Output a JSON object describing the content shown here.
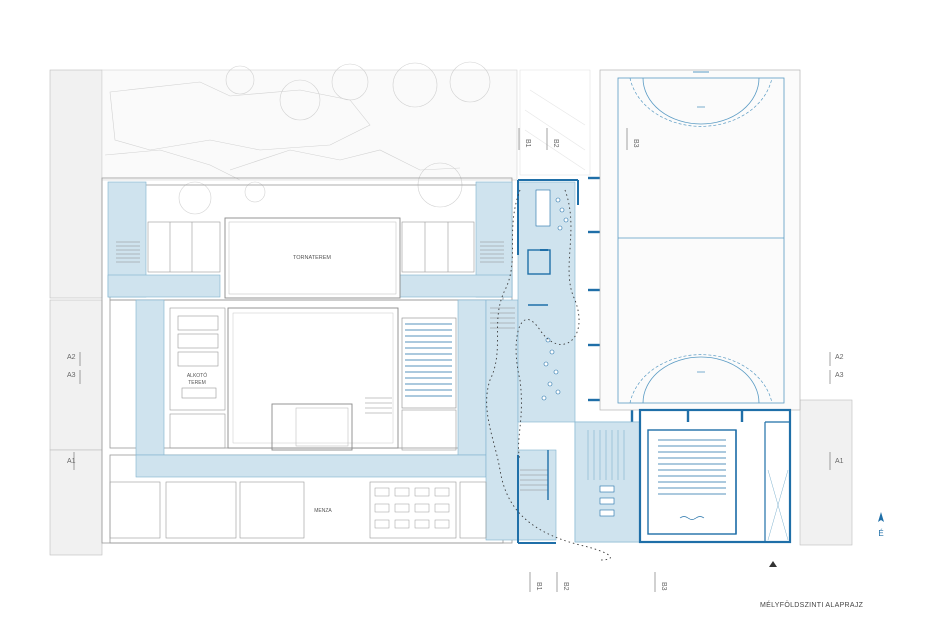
{
  "rooms": {
    "gym": "TORNATEREM",
    "workshop_line1": "ALKOTÓ",
    "workshop_line2": "TEREM",
    "canteen": "MENZA"
  },
  "sections": {
    "a1": "A1",
    "a2": "A2",
    "a3": "A3",
    "b1": "B1",
    "b2": "B2",
    "b3": "B3"
  },
  "north": "É",
  "title": "MÉLYFÖLDSZINTI ALAPRAJZ",
  "colors": {
    "accent": "#1f6fa8",
    "highlight_fill": "#cfe3ee",
    "line": "#9a9a9a",
    "light_line": "#c8c8c8"
  }
}
